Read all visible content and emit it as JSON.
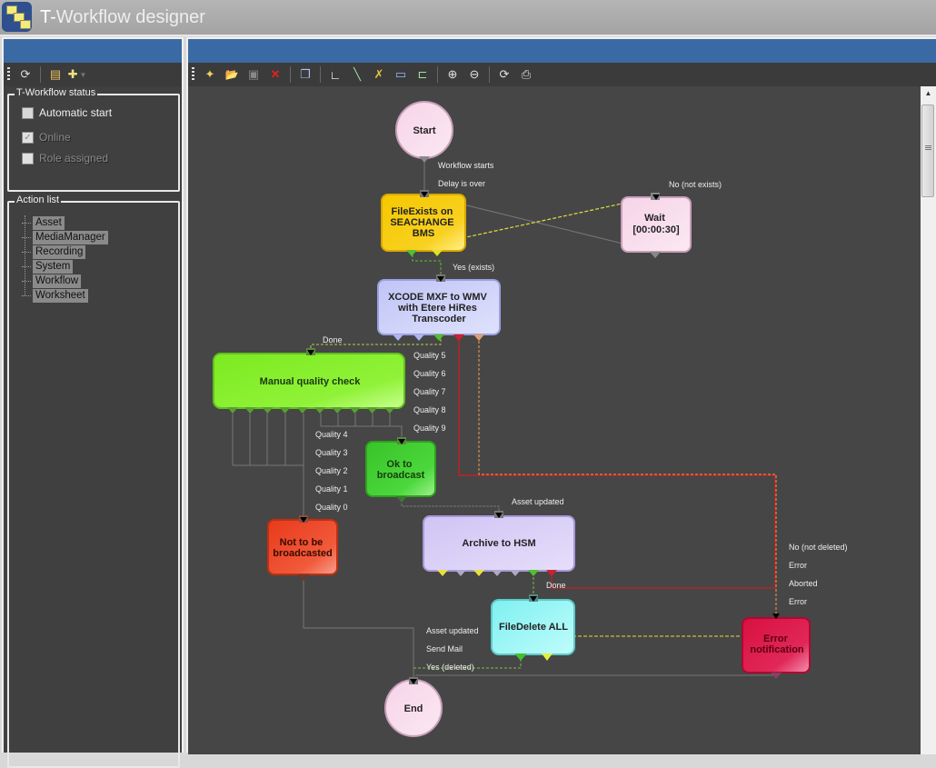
{
  "window": {
    "title_prefix": "T-",
    "title_rest": "Workflow designer",
    "app_icon": "workflow-app-icon"
  },
  "left_toolbar": {
    "buttons": [
      {
        "name": "refresh-icon",
        "glyph": "⟳"
      },
      {
        "name": "properties-icon",
        "glyph": "▤"
      },
      {
        "name": "new-action-icon",
        "glyph": "✚"
      }
    ]
  },
  "status_group": {
    "label": "T-Workflow status",
    "items": [
      {
        "label": "Automatic start",
        "checked": false,
        "enabled": true
      },
      {
        "label": "Online",
        "checked": true,
        "enabled": false
      },
      {
        "label": "Role assigned",
        "checked": false,
        "enabled": false
      }
    ]
  },
  "action_list": {
    "label": "Action list",
    "items": [
      "Asset",
      "MediaManager",
      "Recording",
      "System",
      "Workflow",
      "Worksheet"
    ]
  },
  "designer_toolbar": {
    "buttons": [
      {
        "name": "new-workflow-icon",
        "glyph": "✦",
        "color": "#f0d060"
      },
      {
        "name": "open-folder-icon",
        "glyph": "📂",
        "color": "#e8b84a"
      },
      {
        "name": "save-icon",
        "glyph": "▣",
        "color": "#888888"
      },
      {
        "name": "delete-icon",
        "glyph": "✕",
        "color": "#e02020"
      },
      {
        "name": "copy-icon",
        "glyph": "❐",
        "color": "#a8c8f0"
      },
      {
        "name": "elbow-connector-icon",
        "glyph": "∟",
        "color": "#ffffff"
      },
      {
        "name": "line-connector-icon",
        "glyph": "╲",
        "color": "#a0e0a0"
      },
      {
        "name": "cross-tools-icon",
        "glyph": "✗",
        "color": "#e0c040"
      },
      {
        "name": "rectangle-icon",
        "glyph": "▭",
        "color": "#9bb8ff"
      },
      {
        "name": "step-connector-icon",
        "glyph": "⊏",
        "color": "#a0e0a0"
      },
      {
        "name": "zoom-in-icon",
        "glyph": "⊕",
        "color": "#e0e0e0"
      },
      {
        "name": "zoom-out-icon",
        "glyph": "⊖",
        "color": "#e0e0e0"
      },
      {
        "name": "refresh-icon",
        "glyph": "⟳",
        "color": "#e0e0e0"
      },
      {
        "name": "print-icon",
        "glyph": "⎙",
        "color": "#e0e0e0"
      }
    ]
  },
  "diagram": {
    "nodes": {
      "start": {
        "label": "Start",
        "color": "#f7dcec"
      },
      "file_exists": {
        "lines": [
          "FileExists on",
          "SEACHANGE",
          "BMS"
        ],
        "color": "#f2c300"
      },
      "wait": {
        "lines": [
          "Wait",
          "[00:00:30]"
        ],
        "color": "#f7dcec"
      },
      "xcode": {
        "lines": [
          "XCODE MXF to WMV",
          "with Etere HiRes",
          "Transcoder"
        ],
        "color": "#c4c8f8"
      },
      "manual_qc": {
        "label": "Manual quality check",
        "color": "#88f030"
      },
      "ok_broadcast": {
        "lines": [
          "Ok to",
          "broadcast"
        ],
        "color": "#44cc33"
      },
      "not_broadcast": {
        "lines": [
          "Not to be",
          "broadcasted"
        ],
        "color": "#ee4422"
      },
      "archive": {
        "label": "Archive to HSM",
        "color": "#d6ccf6"
      },
      "file_delete": {
        "label": "FileDelete ALL",
        "color": "#88f4f4"
      },
      "error_notif": {
        "lines": [
          "Error",
          "notification"
        ],
        "color": "#dd1144"
      },
      "end": {
        "label": "End",
        "color": "#f7dcec"
      }
    },
    "edge_labels": {
      "workflow_starts": "Workflow starts",
      "delay_over": "Delay is over",
      "no_not_exists": "No (not exists)",
      "yes_exists": "Yes (exists)",
      "done_xcode": "Done",
      "quality": [
        "Quality 5",
        "Quality 6",
        "Quality 7",
        "Quality 8",
        "Quality 9",
        "Quality 4",
        "Quality 3",
        "Quality 2",
        "Quality 1",
        "Quality 0"
      ],
      "asset_updated_archive": "Asset updated",
      "done_archive": "Done",
      "no_not_deleted": "No (not deleted)",
      "error_1": "Error",
      "aborted": "Aborted",
      "error_2": "Error",
      "asset_updated_end": "Asset updated",
      "send_mail": "Send Mail",
      "yes_deleted": "Yes (deleted)"
    }
  },
  "scrollbar": {
    "up_arrow": "▲"
  }
}
